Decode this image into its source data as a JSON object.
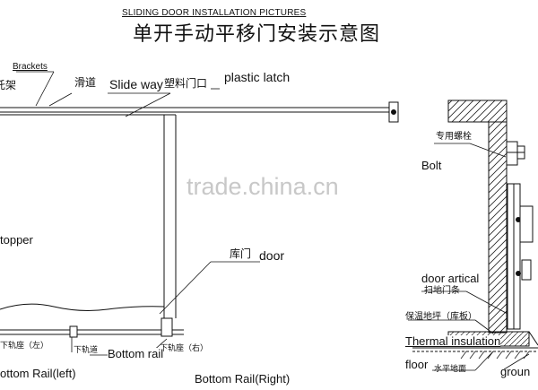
{
  "title": {
    "english": "SLIDING DOOR INSTALLATION PICTURES",
    "chinese": "单开手动平移门安装示意图"
  },
  "watermark": "trade.china.cn",
  "labels": {
    "brackets": "Brackets",
    "brackets_cn": "托架",
    "slideway_cn": "滑道",
    "slideway": "Slide way",
    "plastic_latch_cn": "塑料门口",
    "plastic_latch": "plastic latch",
    "door_cn": "库门",
    "door": "door",
    "stopper": "topper",
    "bottom_rail_left_cn": "下轨座（左）",
    "bottom_rail_left": "ottom Rail(left)",
    "bottom_rail_cn": "下轨道",
    "bottom_rail": "Bottom rail",
    "bottom_rail_right_cn": "下轨座（右）",
    "bottom_rail_right": "Bottom Rail(Right)",
    "bolt_cn": "专用螺栓",
    "bolt": "Bolt",
    "door_artical": "door artical",
    "door_artical_cn": "扫地门条",
    "thermal_insulation_cn": "保温地坪（库板）",
    "thermal_insulation": "Thermal insulation",
    "floor": "floor",
    "ground_cn": "水平地面",
    "ground": "groun"
  }
}
